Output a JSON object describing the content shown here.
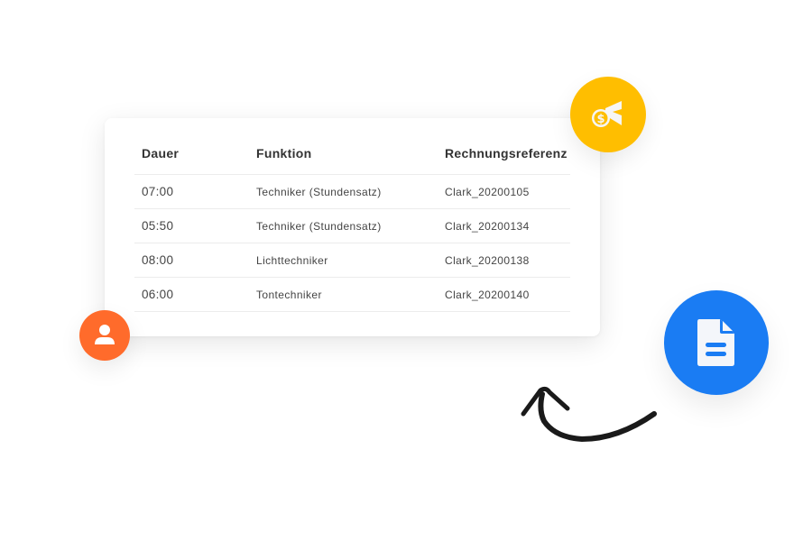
{
  "table": {
    "headers": [
      "Dauer",
      "Funktion",
      "Rechnungsreferenz"
    ],
    "rows": [
      {
        "dauer": "07:00",
        "funktion": "Techniker (Stundensatz)",
        "referenz": "Clark_20200105"
      },
      {
        "dauer": "05:50",
        "funktion": "Techniker (Stundensatz)",
        "referenz": "Clark_20200134"
      },
      {
        "dauer": "08:00",
        "funktion": "Lichttechniker",
        "referenz": "Clark_20200138"
      },
      {
        "dauer": "06:00",
        "funktion": "Tontechniker",
        "referenz": "Clark_20200140"
      }
    ]
  },
  "icons": {
    "money": {
      "name": "money-send-icon",
      "color": "#ffbe00"
    },
    "document": {
      "name": "document-icon",
      "color": "#1a7cf3"
    },
    "user": {
      "name": "user-icon",
      "color": "#ff6b2b"
    },
    "arrow": {
      "name": "curved-arrow-icon",
      "color": "#1a1a1a"
    }
  }
}
